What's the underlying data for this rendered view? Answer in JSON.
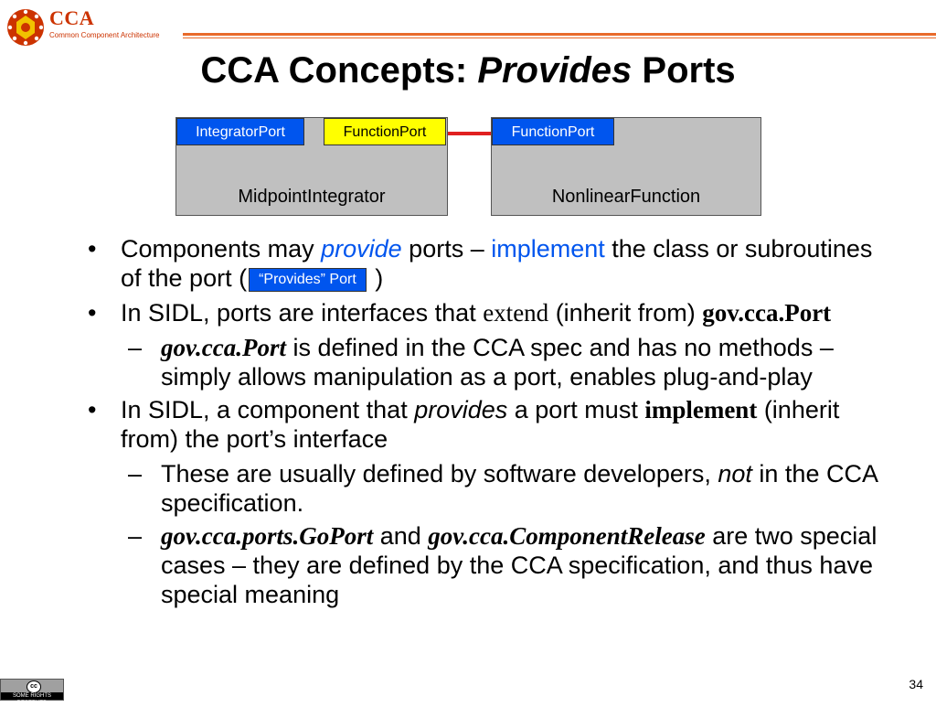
{
  "logo": {
    "title": "CCA",
    "subtitle": "Common Component Architecture",
    "colors": {
      "ring": "#cc3300",
      "center": "#f2c200"
    }
  },
  "header": {
    "title_part1": "CCA Concepts: ",
    "title_part2": "Provides",
    "title_part3": " Ports"
  },
  "diagram": {
    "left_component": {
      "label": "MidpointIntegrator",
      "ports": [
        {
          "label": "IntegratorPort",
          "color": "#0055ee"
        },
        {
          "label": "FunctionPort",
          "color": "#ffff00"
        }
      ]
    },
    "right_component": {
      "label": "NonlinearFunction",
      "ports": [
        {
          "label": "FunctionPort",
          "color": "#0055ee"
        }
      ]
    },
    "connector_color": "#e02020"
  },
  "bullets": {
    "b1": {
      "t1": "Components may ",
      "t2": "provide",
      "t3": " ports – ",
      "t4": "implement",
      "t5": " the class or subroutines of the port (",
      "port_label": "“Provides” Port",
      "t6": " )"
    },
    "b2": {
      "t1": "In SIDL, ports are interfaces that ",
      "t2": "extend",
      "t3": " (inherit from) ",
      "t4": "gov.cca.Port"
    },
    "b2_sub1": {
      "t1": "gov.cca.Port",
      "t2": " is defined in the CCA spec and has no methods – simply allows manipulation as a port, enables plug-and-play"
    },
    "b3": {
      "t1": "In SIDL, a component that ",
      "t2": "provides",
      "t3": " a port must ",
      "t4": "implement",
      "t5": " (inherit from) the port’s interface"
    },
    "b3_sub1": {
      "t1": "These are usually defined by software developers, ",
      "t2": "not",
      "t3": " in the CCA specification."
    },
    "b3_sub2": {
      "t1": "gov.cca.ports.GoPort",
      "t2": " and ",
      "t3": "gov.cca.ComponentRelease",
      "t4": " are two special cases – they are defined by the CCA specification, and thus have special meaning"
    }
  },
  "footer": {
    "license_symbol": "cc",
    "license_text": "SOME RIGHTS RESERVED",
    "page_number": "34"
  }
}
